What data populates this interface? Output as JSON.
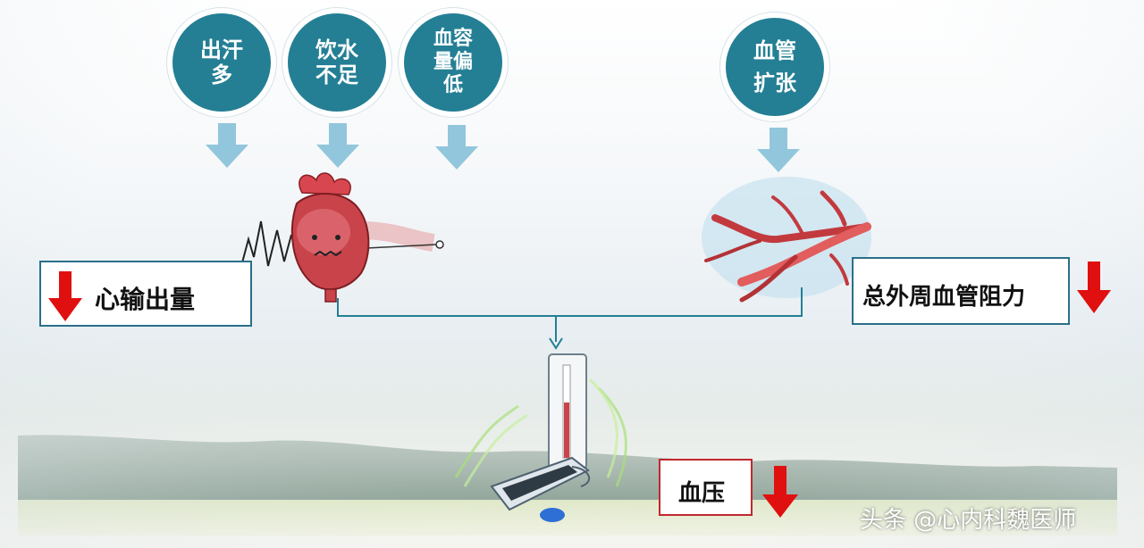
{
  "causes": [
    {
      "label": "出汗\n多"
    },
    {
      "label": "饮水\n不足"
    },
    {
      "label": "血容\n量偏\n低"
    },
    {
      "label": "血管\n扩张"
    }
  ],
  "outputs": {
    "cardiac_output": "心输出量",
    "peripheral_resistance": "总外周血管阻力",
    "blood_pressure": "血压"
  },
  "watermark": "头条 @心内科魏医师",
  "colors": {
    "circle": "#247f94",
    "down_arrow_blue": "#92c6dc",
    "red_arrow": "#e01010",
    "box_border_blue": "#2a6f8a",
    "box_border_red": "#c0282e"
  },
  "icons": [
    "heart-icon",
    "blood-vessel-icon",
    "sphygmomanometer-icon"
  ]
}
